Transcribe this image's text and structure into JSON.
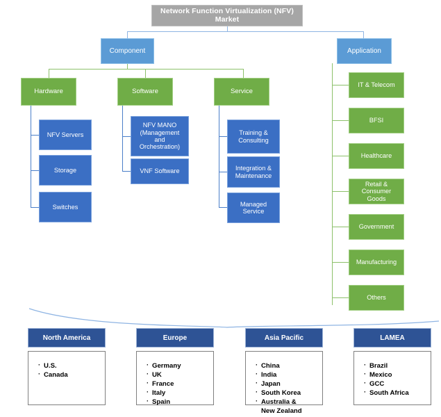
{
  "diagram": {
    "title": "Network Function Virtualization (NFV)\nMarket",
    "colors": {
      "title_bg": "#a6a6a6",
      "category_bg": "#5b9bd5",
      "green_bg": "#70ad47",
      "blue_bg": "#3b6fc4",
      "region_head_bg": "#2e5395",
      "connector_blue": "#8eb4e3",
      "connector_green": "#8cc06a",
      "connector_dark_blue": "#4a7ec9"
    },
    "branches": [
      {
        "label": "Component"
      },
      {
        "label": "Application"
      }
    ],
    "component": {
      "groups": [
        {
          "label": "Hardware",
          "items": [
            {
              "label": "NFV Servers"
            },
            {
              "label": "Storage"
            },
            {
              "label": "Switches"
            }
          ]
        },
        {
          "label": "Software",
          "items": [
            {
              "label": "NFV MANO\n(Management\nand\nOrchestration)"
            },
            {
              "label": "VNF Software"
            }
          ]
        },
        {
          "label": "Service",
          "items": [
            {
              "label": "Training &\nConsulting"
            },
            {
              "label": "Integration &\nMaintenance"
            },
            {
              "label": "Managed\nService"
            }
          ]
        }
      ]
    },
    "application": {
      "items": [
        {
          "label": "IT & Telecom"
        },
        {
          "label": "BFSI"
        },
        {
          "label": "Healthcare"
        },
        {
          "label": "Retail &\nConsumer\nGoods"
        },
        {
          "label": "Government"
        },
        {
          "label": "Manufacturing"
        },
        {
          "label": "Others"
        }
      ]
    },
    "regions": [
      {
        "name": "North America",
        "countries": [
          "U.S.",
          "Canada"
        ]
      },
      {
        "name": "Europe",
        "countries": [
          "Germany",
          "UK",
          "France",
          "Italy",
          "Spain"
        ]
      },
      {
        "name": "Asia Pacific",
        "countries": [
          "China",
          "India",
          "Japan",
          "South Korea",
          "Australia &\nNew Zealand"
        ]
      },
      {
        "name": "LAMEA",
        "countries": [
          "Brazil",
          "Mexico",
          "GCC",
          "South Africa"
        ]
      }
    ]
  }
}
